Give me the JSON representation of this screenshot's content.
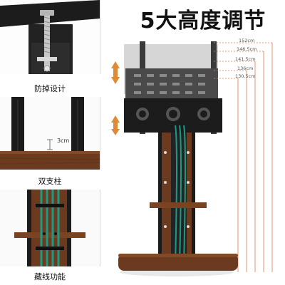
{
  "headline": "5大高度调节",
  "features": [
    {
      "label": "防掉设计"
    },
    {
      "label": "双支柱",
      "size_note": "3cm"
    },
    {
      "label": "藏线功能"
    }
  ],
  "height_levels": [
    "152cm",
    "146.5cm",
    "141.5cm",
    "136cm",
    "130.5cm"
  ],
  "colors": {
    "walnut": "#6b3a1f",
    "black_metal": "#1c1c1c",
    "cable_green": "#1e9a84",
    "dim_line": "#e07a50",
    "arrow": "#e08a35"
  }
}
